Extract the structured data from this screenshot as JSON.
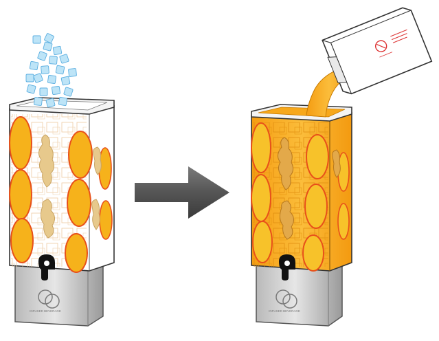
{
  "illustration": {
    "left_dispenser": {
      "contents": [
        "mango slices",
        "ginger root",
        "ice cubes"
      ],
      "liquid": "none",
      "brand_mark": "Q",
      "brand_text": "INFUSED BEVERAGE"
    },
    "ice_cubes_falling": {
      "description_icon": "ice-cube-icon"
    },
    "arrow": {
      "icon": "arrow-right-icon",
      "color": "#555555"
    },
    "right_dispenser": {
      "contents": [
        "mango slices",
        "ginger root",
        "ice cubes",
        "juice"
      ],
      "liquid": "orange juice",
      "brand_mark": "Q",
      "brand_text": "INFUSED BEVERAGE"
    },
    "juice_carton": {
      "icon": "juice-carton-icon"
    }
  },
  "colors": {
    "mango_fill": "#f6b21b",
    "mango_outline": "#e8501a",
    "ginger": "#e7c98c",
    "ice": "#bde4f7",
    "juice": "#f7a81b",
    "steel_light": "#d9d9d9",
    "steel_dark": "#8c8c8c",
    "arrow": "#555555"
  }
}
